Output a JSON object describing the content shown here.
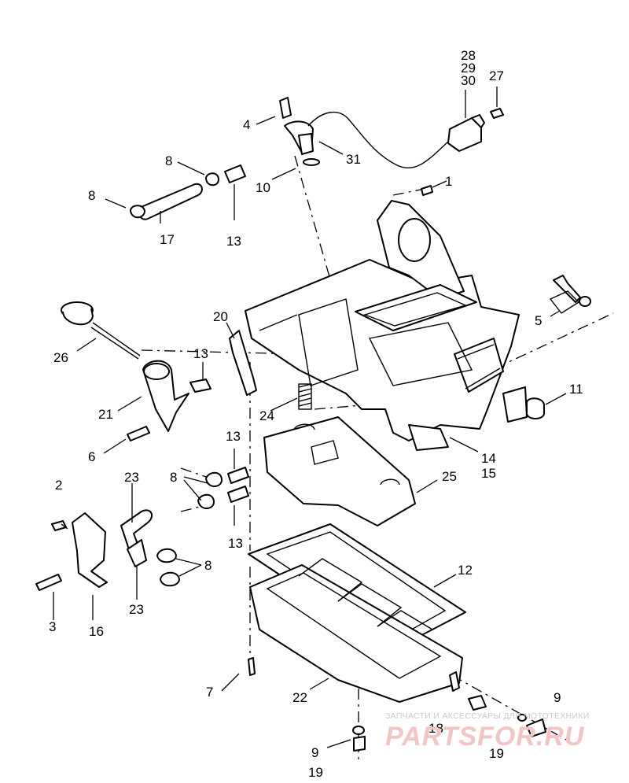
{
  "callouts": [
    {
      "id": "c1",
      "text": "1"
    },
    {
      "id": "c2",
      "text": "2"
    },
    {
      "id": "c3",
      "text": "3"
    },
    {
      "id": "c4",
      "text": "4"
    },
    {
      "id": "c5",
      "text": "5"
    },
    {
      "id": "c6",
      "text": "6"
    },
    {
      "id": "c7",
      "text": "7"
    },
    {
      "id": "c8a",
      "text": "8"
    },
    {
      "id": "c8b",
      "text": "8"
    },
    {
      "id": "c8c",
      "text": "8"
    },
    {
      "id": "c8d",
      "text": "8"
    },
    {
      "id": "c9a",
      "text": "9"
    },
    {
      "id": "c9b",
      "text": "9"
    },
    {
      "id": "c10",
      "text": "10"
    },
    {
      "id": "c11",
      "text": "11"
    },
    {
      "id": "c12",
      "text": "12"
    },
    {
      "id": "c13a",
      "text": "13"
    },
    {
      "id": "c13b",
      "text": "13"
    },
    {
      "id": "c13c",
      "text": "13"
    },
    {
      "id": "c13d",
      "text": "13"
    },
    {
      "id": "c14",
      "text": "14"
    },
    {
      "id": "c15",
      "text": "15"
    },
    {
      "id": "c16",
      "text": "16"
    },
    {
      "id": "c17",
      "text": "17"
    },
    {
      "id": "c18",
      "text": "18"
    },
    {
      "id": "c19a",
      "text": "19"
    },
    {
      "id": "c19b",
      "text": "19"
    },
    {
      "id": "c20",
      "text": "20"
    },
    {
      "id": "c21",
      "text": "21"
    },
    {
      "id": "c22",
      "text": "22"
    },
    {
      "id": "c23a",
      "text": "23"
    },
    {
      "id": "c23b",
      "text": "23"
    },
    {
      "id": "c24",
      "text": "24"
    },
    {
      "id": "c25",
      "text": "25"
    },
    {
      "id": "c26",
      "text": "26"
    },
    {
      "id": "c27",
      "text": "27"
    },
    {
      "id": "c28",
      "text": "28"
    },
    {
      "id": "c29",
      "text": "29"
    },
    {
      "id": "c30",
      "text": "30"
    },
    {
      "id": "c31",
      "text": "31"
    }
  ],
  "watermark": {
    "tagline": "ЗАПЧАСТИ И АКСЕССУАРЫ ДЛЯ МОТОТЕХНИКИ",
    "brand": "PARTSFOR.RU"
  }
}
